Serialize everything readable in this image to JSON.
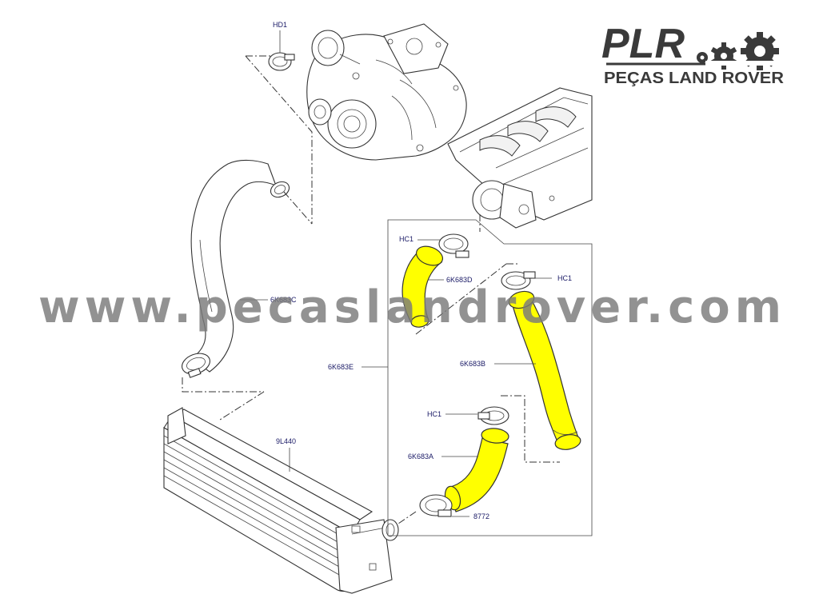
{
  "logo": {
    "brand": "PLR",
    "tagline": "PEÇAS LAND ROVER",
    "gear_icon": "gear-icon"
  },
  "watermark": {
    "text": "www.pecaslandrover.com"
  },
  "accent_colors": {
    "highlight": "#ffff00",
    "callout_text": "#1a1a66",
    "logo": "#3a3a3a"
  },
  "callouts": {
    "hd1": "HD1",
    "hc1_top": "HC1",
    "hc1_right": "HC1",
    "hc1_lower": "HC1",
    "p_6k683c": "6K683C",
    "p_6k683d": "6K683D",
    "p_6k683e": "6K683E",
    "p_6k683b": "6K683B",
    "p_6k683a": "6K683A",
    "p_9l440": "9L440",
    "p_8772": "8772"
  }
}
